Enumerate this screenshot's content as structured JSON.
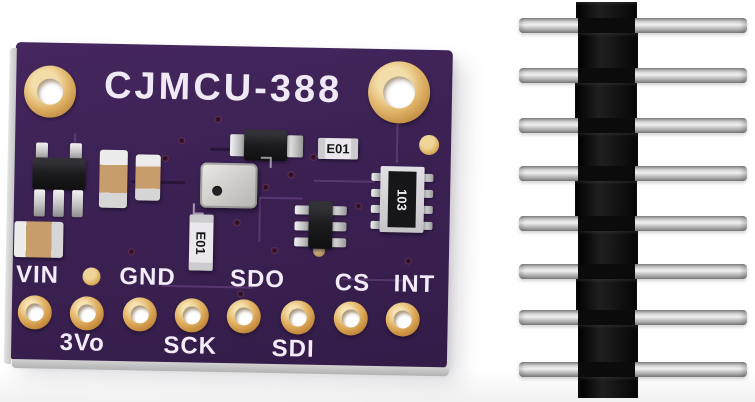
{
  "board": {
    "title": "CJMCU-388",
    "pins": [
      {
        "label": "VIN",
        "row": "top"
      },
      {
        "label": "3Vo",
        "row": "bottom"
      },
      {
        "label": "GND",
        "row": "top"
      },
      {
        "label": "SCK",
        "row": "bottom"
      },
      {
        "label": "SDO",
        "row": "top"
      },
      {
        "label": "SDI",
        "row": "bottom"
      },
      {
        "label": "CS",
        "row": "top"
      },
      {
        "label": "INT",
        "row": "top"
      }
    ],
    "component_markings": {
      "resistor_top": "E01",
      "resistor_middle": "E01",
      "resistor_array": "103"
    },
    "mounting_hole_count": 2
  },
  "pin_header": {
    "pin_count": 8
  },
  "colors": {
    "pcb_purple": "#3a2153",
    "silkscreen_white": "#f1ecf7",
    "pad_gold": "#d9ac5e",
    "component_silver": "#d9d9d9",
    "header_black": "#0b0b0b"
  }
}
